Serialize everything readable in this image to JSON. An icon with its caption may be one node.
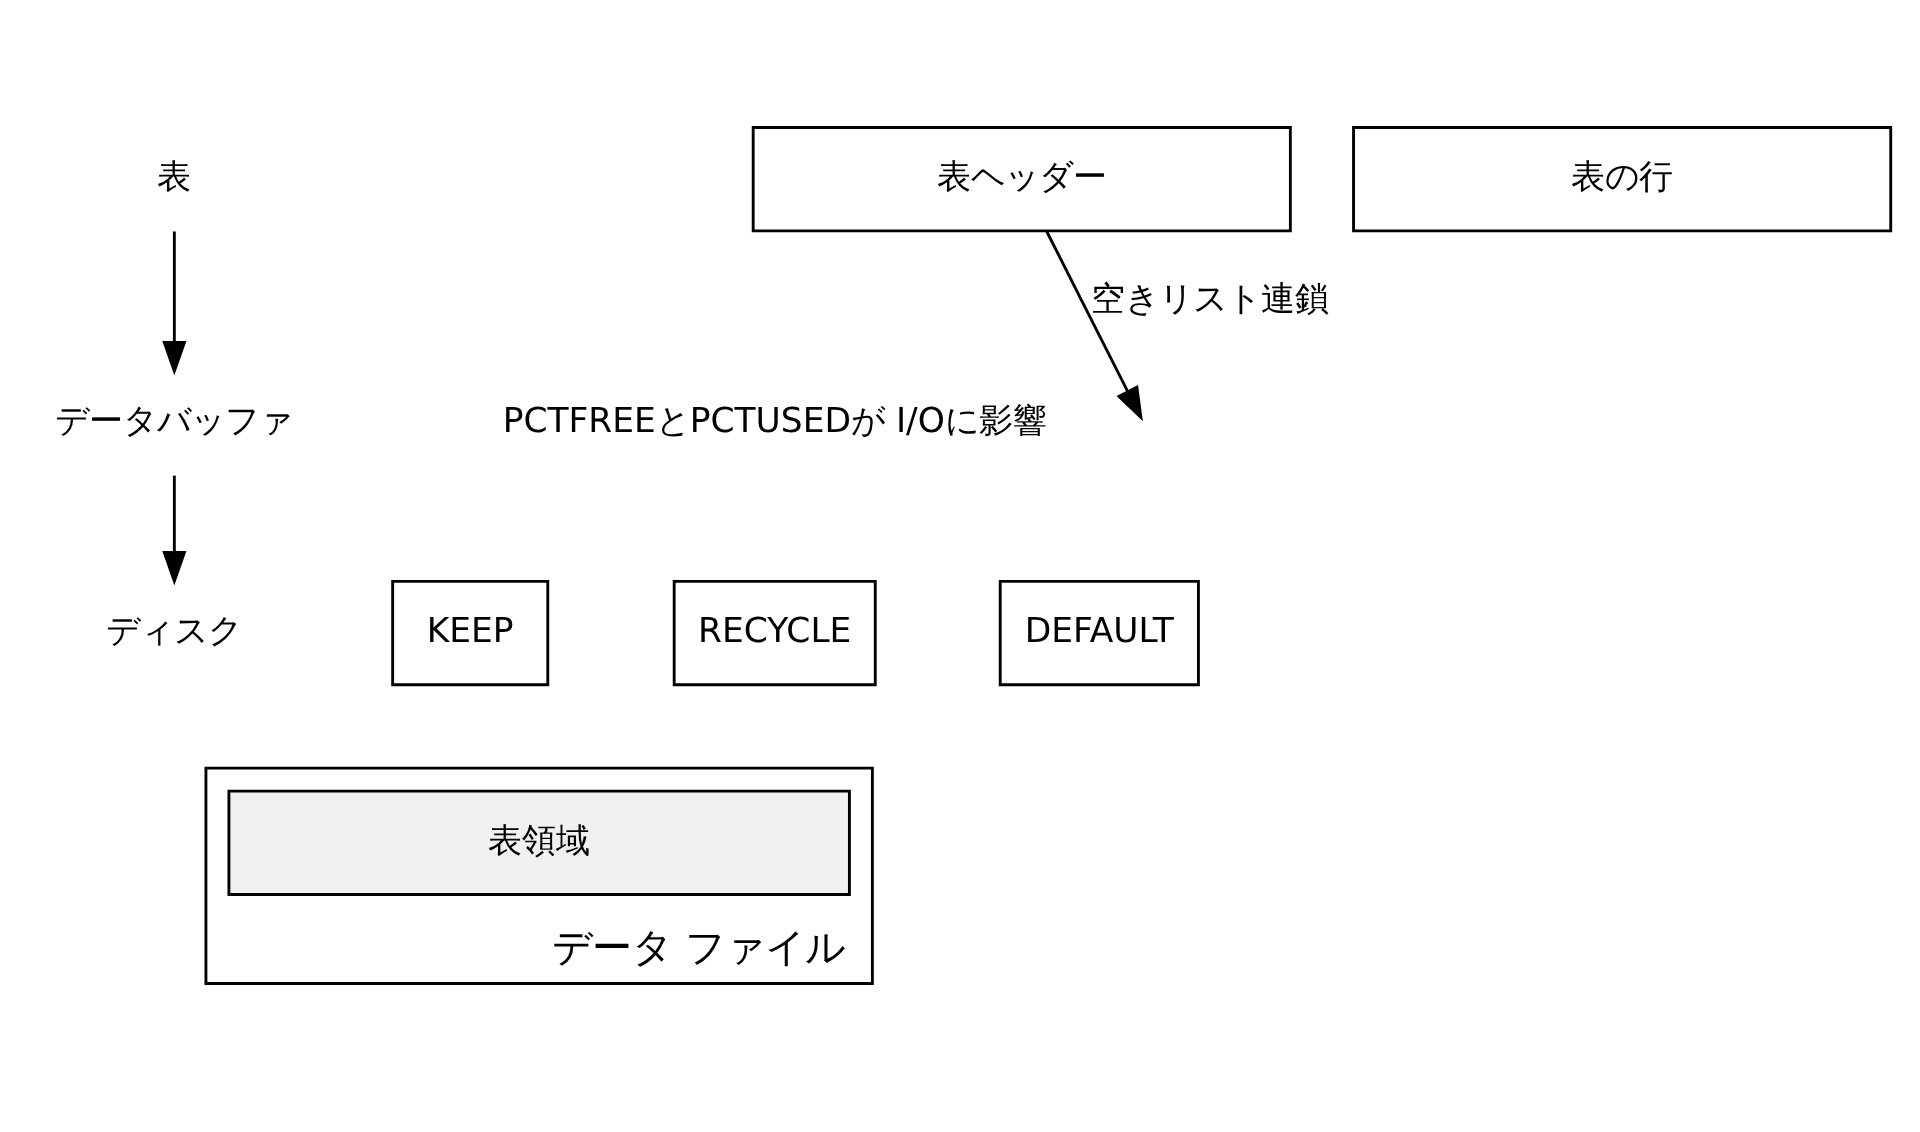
{
  "diagram": {
    "nodes": [
      {
        "text": [
          "表"
        ]
      },
      {
        "text": [
          "データバッファ"
        ]
      },
      {
        "text": [
          "ディスク"
        ]
      },
      {
        "text": [
          "表ヘッダー"
        ]
      },
      {
        "text": [
          "表の行"
        ]
      },
      {
        "text": [
          "KEEP"
        ]
      },
      {
        "text": [
          "RECYCLE"
        ]
      },
      {
        "text": [
          "DEFAULT"
        ]
      },
      {
        "text": [],
        "shape": "box",
        "beside": [
          "データ ファイル"
        ]
      },
      {
        "text": [
          "表領域"
        ],
        "in": 8
      }
    ],
    "edges": [
      {
        "from": 0,
        "to": 1,
        "arrow": "to"
      },
      {
        "from": 1,
        "to": 2,
        "arrow": "to"
      },
      {
        "from": 3,
        "to": null,
        "arrow": "to",
        "label": "空きリスト連鎖"
      }
    ],
    "labels": [
      "PCTFREEとPCTUSEDが I/Oに影響"
    ]
  }
}
